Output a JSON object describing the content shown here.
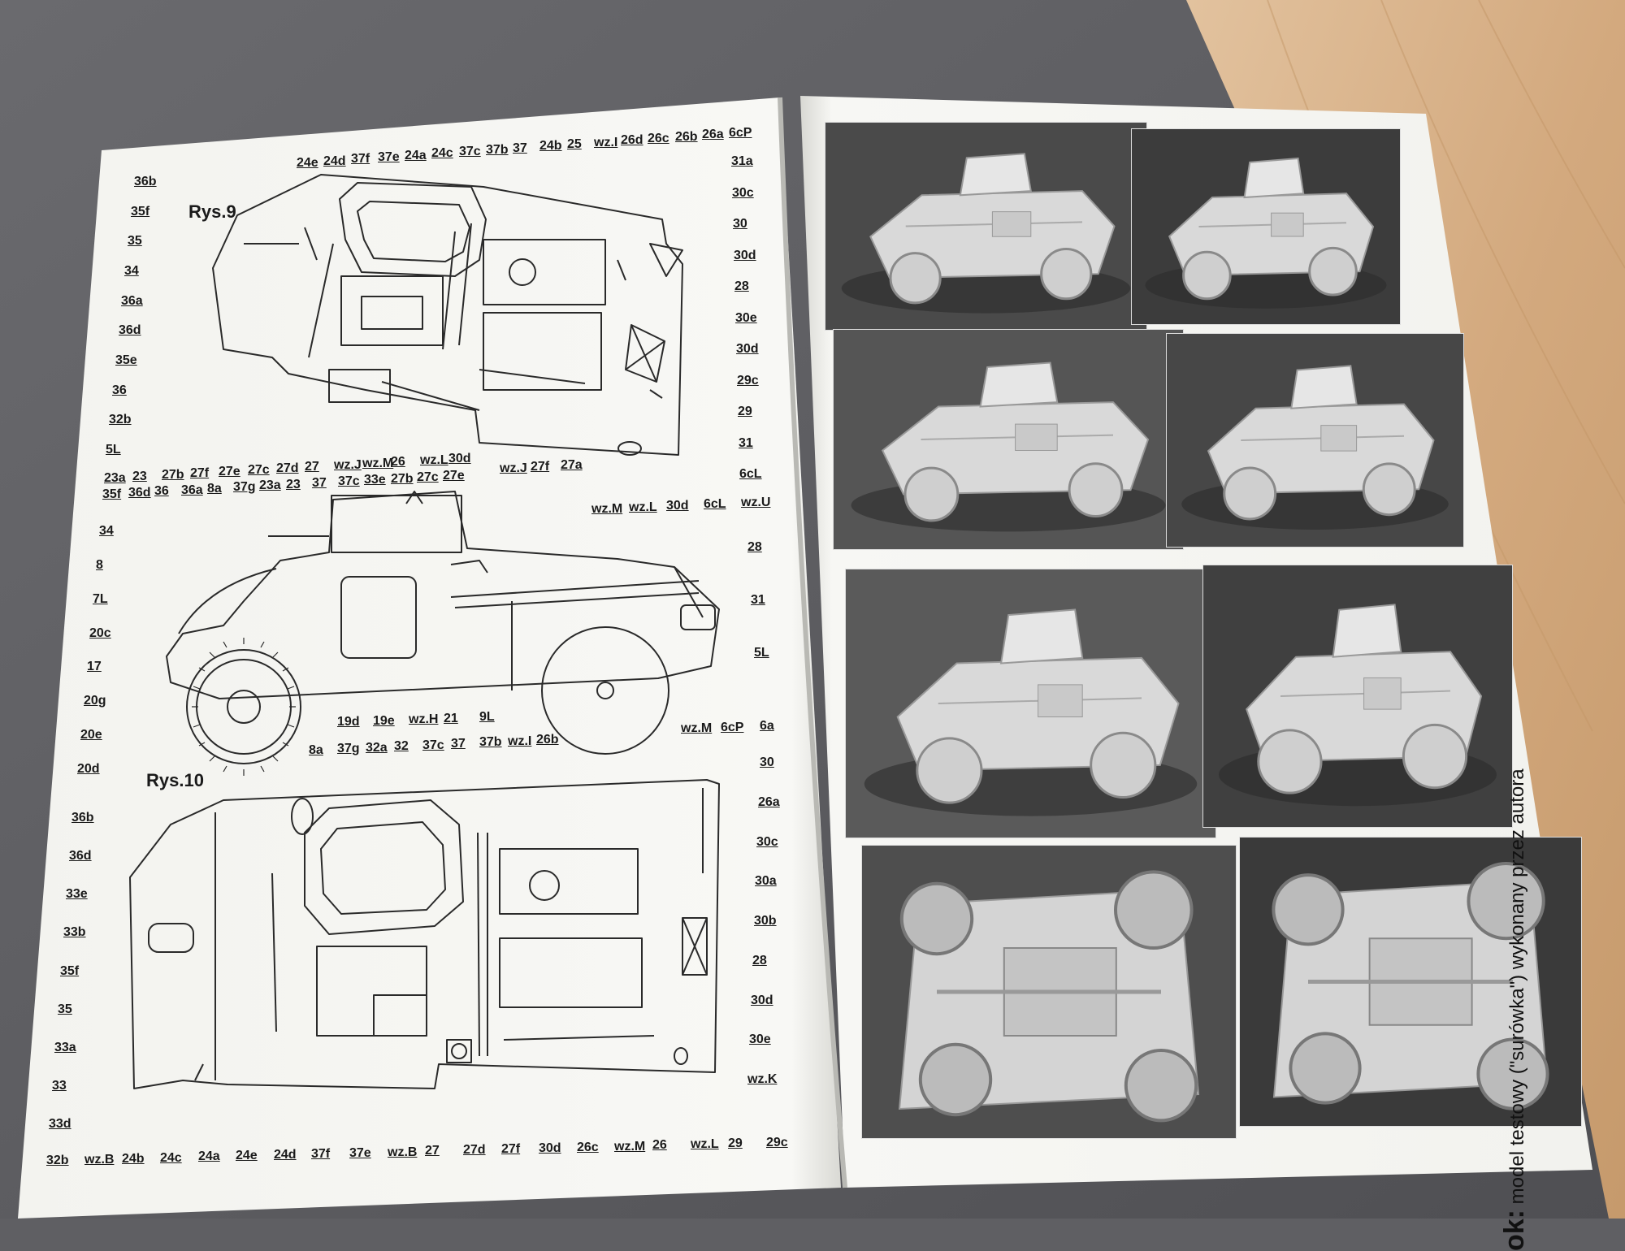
{
  "figures": [
    {
      "id": "rys9",
      "title": "Rys.9"
    },
    {
      "id": "rys10",
      "title": "Rys.10"
    }
  ],
  "rys9_top_labels": [
    "24e",
    "24d",
    "37f",
    "37e",
    "24a",
    "24c",
    "37c",
    "37b",
    "37",
    "24b",
    "25",
    "wz.I",
    "26d",
    "26c",
    "26b",
    "26a",
    "6cP"
  ],
  "rys9_left_labels": [
    "36b",
    "35f",
    "35",
    "34",
    "36a",
    "36d",
    "35e",
    "36",
    "32b",
    "5L"
  ],
  "rys9_right_labels": [
    "31a",
    "30c",
    "30",
    "30d",
    "28",
    "30e",
    "30d",
    "29c",
    "29",
    "31",
    "6cL"
  ],
  "side_top_row1": [
    "23a",
    "23",
    "27b",
    "27f",
    "27e",
    "27c",
    "27d",
    "27",
    "wz.J",
    "wz.M",
    "26",
    "wz.L",
    "30d"
  ],
  "side_top_row2": [
    "35f",
    "36d",
    "36",
    "36a",
    "8a",
    "37g",
    "23a",
    "23",
    "37",
    "37c",
    "33e",
    "27b",
    "27c",
    "27e"
  ],
  "side_top_row3": [
    "wz.J",
    "27f",
    "27a"
  ],
  "side_top_row4": [
    "wz.M",
    "wz.L",
    "30d",
    "6cL",
    "wz.U"
  ],
  "side_left_labels": [
    "34",
    "8",
    "7L",
    "20c",
    "17",
    "20g",
    "20e",
    "20d"
  ],
  "side_right_labels": [
    "28",
    "31",
    "5L"
  ],
  "side_bottom_labels": [
    "19d",
    "19e",
    "wz.H",
    "21",
    "9L"
  ],
  "rys10_top_labels": [
    "8a",
    "37g",
    "32a",
    "32",
    "37c",
    "37",
    "37b",
    "wz.I",
    "26b"
  ],
  "rys10_top_right": [
    "wz.M",
    "6cP",
    "6a"
  ],
  "rys10_left_labels": [
    "36b",
    "36d",
    "33e",
    "33b",
    "35f",
    "35",
    "33a",
    "33",
    "33d"
  ],
  "rys10_right_labels": [
    "30",
    "26a",
    "30c",
    "30a",
    "30b",
    "28",
    "30d",
    "30e",
    "wz.K"
  ],
  "rys10_bottom_labels": [
    "32b",
    "wz.B",
    "24b",
    "24c",
    "24a",
    "24e",
    "24d",
    "37f",
    "37e",
    "wz.B",
    "27",
    "27d",
    "27f",
    "30d",
    "26c",
    "wz.M",
    "26",
    "wz.L",
    "29",
    "29c"
  ],
  "caption": {
    "bold": "ok:",
    "text": " model testowy (\"surówka\") wykonany przez autora"
  },
  "colors": {
    "fabric": "#5f5f63",
    "wood": "#d9b48c",
    "paper": "#f7f7f4",
    "line": "#2a2a2a"
  }
}
